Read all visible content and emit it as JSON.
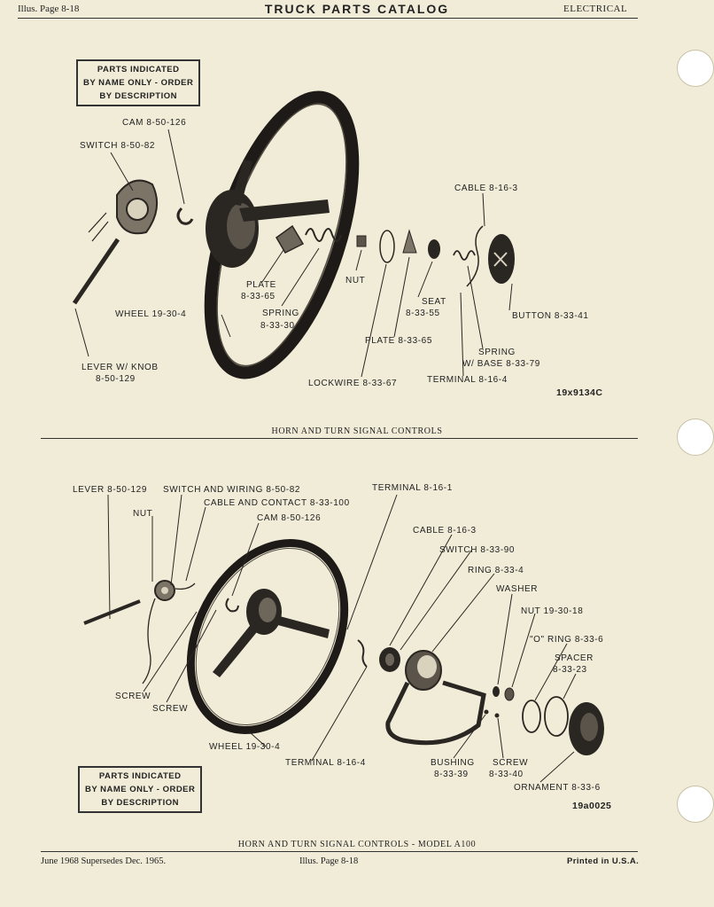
{
  "header": {
    "left": "Illus. Page 8-18",
    "title": "TRUCK PARTS CATALOG",
    "right": "ELECTRICAL"
  },
  "fig1": {
    "box": [
      "PARTS INDICATED",
      "BY NAME ONLY - ORDER",
      "BY DESCRIPTION"
    ],
    "labels": {
      "cam": "CAM 8-50-126",
      "switch": "SWITCH 8-50-82",
      "cable": "CABLE 8-16-3",
      "plate1": "PLATE",
      "plate1_num": "8-33-65",
      "spring1": "SPRING",
      "spring1_num": "8-33-30",
      "nut": "NUT",
      "seat": "SEAT",
      "seat_num": "8-33-55",
      "wheel": "WHEEL 19-30-4",
      "button": "BUTTON 8-33-41",
      "plate2": "PLATE 8-33-65",
      "spring2": "SPRING",
      "spring2_num": "W/ BASE 8-33-79",
      "lever": "LEVER W/ KNOB",
      "lever_num": "8-50-129",
      "lockwire": "LOCKWIRE 8-33-67",
      "terminal": "TERMINAL 8-16-4"
    },
    "figno": "19x9134C",
    "caption": "HORN AND TURN SIGNAL CONTROLS"
  },
  "fig2": {
    "box": [
      "PARTS INDICATED",
      "BY NAME ONLY - ORDER",
      "BY DESCRIPTION"
    ],
    "labels": {
      "lever": "LEVER 8-50-129",
      "switch_wiring": "SWITCH AND WIRING 8-50-82",
      "terminal1": "TERMINAL 8-16-1",
      "nut": "NUT",
      "cable_contact": "CABLE AND CONTACT 8-33-100",
      "cam": "CAM 8-50-126",
      "cable": "CABLE 8-16-3",
      "switch": "SWITCH 8-33-90",
      "ring": "RING 8-33-4",
      "washer": "WASHER",
      "nut2": "NUT 19-30-18",
      "oring": "\"O\" RING 8-33-6",
      "spacer": "SPACER",
      "spacer_num": "8-33-23",
      "screw1": "SCREW",
      "screw2": "SCREW",
      "wheel": "WHEEL 19-30-4",
      "terminal2": "TERMINAL 8-16-4",
      "bushing": "BUSHING",
      "bushing_num": "8-33-39",
      "screw3": "SCREW",
      "screw3_num": "8-33-40",
      "ornament": "ORNAMENT 8-33-6"
    },
    "figno": "19a0025",
    "caption": "HORN AND TURN SIGNAL CONTROLS - MODEL A100"
  },
  "footer": {
    "left": "June 1968 Supersedes Dec. 1965.",
    "center": "Illus. Page 8-18",
    "right": "Printed in U.S.A."
  }
}
